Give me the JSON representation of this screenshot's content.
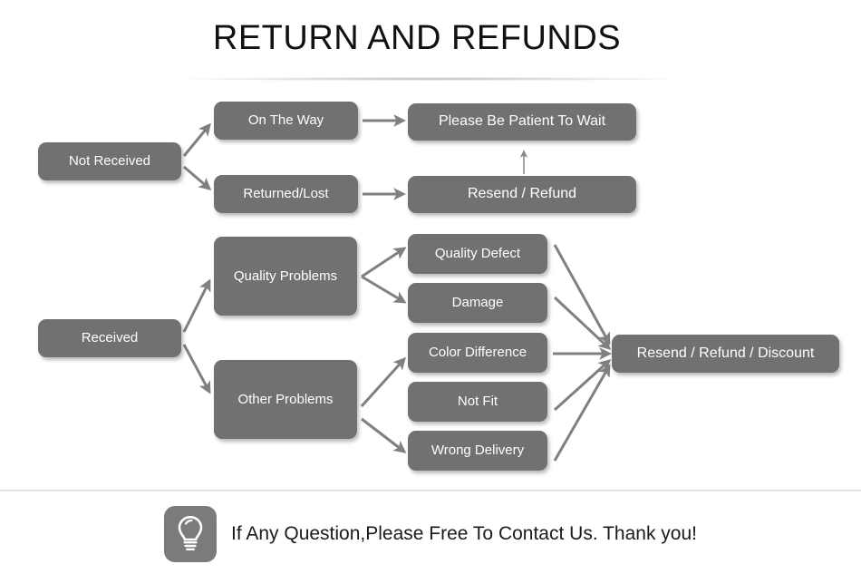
{
  "page": {
    "title": "RETURN AND REFUNDS",
    "background_color": "#ffffff",
    "node_color": "#717171",
    "node_text_color": "#ffffff",
    "arrow_color": "#808080"
  },
  "flow": {
    "not_received": {
      "label": "Not Received",
      "branches": [
        {
          "label": "On The Way",
          "result": "Please Be Patient To Wait"
        },
        {
          "label": "Returned/Lost",
          "result": "Resend / Refund"
        }
      ]
    },
    "received": {
      "label": "Received",
      "branches": [
        {
          "label": "Quality Problems",
          "reasons": [
            "Quality Defect",
            "Damage"
          ]
        },
        {
          "label": "Other Problems",
          "reasons": [
            "Color Difference",
            "Not Fit",
            "Wrong Delivery"
          ]
        }
      ],
      "result": "Resend / Refund / Discount"
    }
  },
  "nodes": {
    "not_received": "Not Received",
    "on_the_way": "On The Way",
    "returned_lost": "Returned/Lost",
    "please_wait": "Please Be Patient To Wait",
    "resend_refund": "Resend / Refund",
    "received": "Received",
    "quality_problems": "Quality Problems",
    "other_problems": "Other Problems",
    "quality_defect": "Quality Defect",
    "damage": "Damage",
    "color_difference": "Color Difference",
    "not_fit": "Not Fit",
    "wrong_delivery": "Wrong Delivery",
    "resend_refund_discount": "Resend / Refund / Discount"
  },
  "footer": {
    "icon": "lightbulb-icon",
    "message": "If Any Question,Please Free To Contact Us. Thank you!"
  }
}
